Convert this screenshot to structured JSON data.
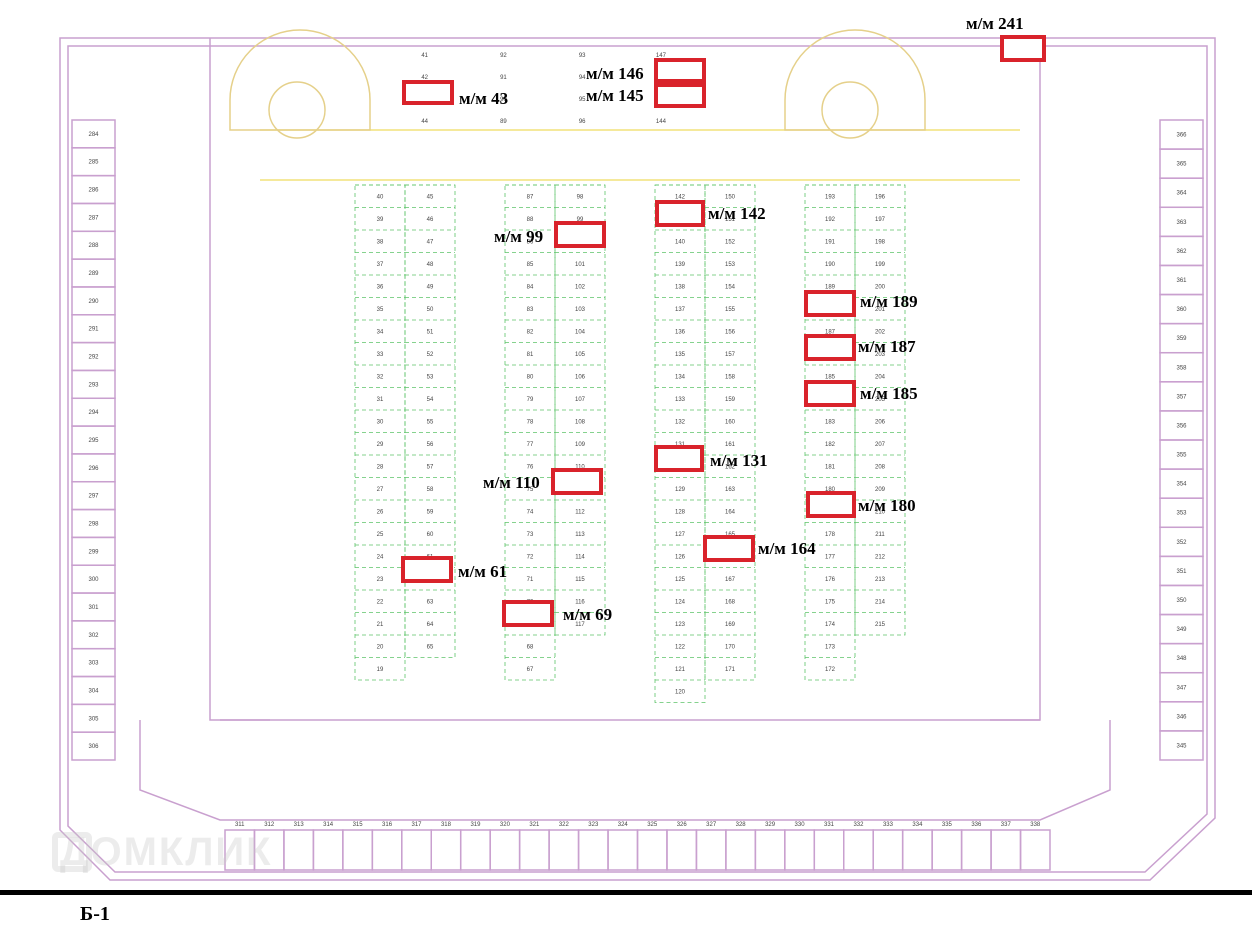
{
  "plan": {
    "title": "Parking floor plan",
    "colors": {
      "walls": "#c9a0cf",
      "grid": "#5ec46a",
      "axis": "#f2e27a",
      "highlight": "#d9232b"
    },
    "column_labels": {
      "col1": [
        "40",
        "39",
        "38",
        "37",
        "36",
        "35",
        "34",
        "33",
        "32",
        "31",
        "30",
        "29",
        "28",
        "27",
        "26",
        "25",
        "24",
        "23",
        "22",
        "21",
        "20",
        "19"
      ],
      "col2": [
        "45",
        "46",
        "47",
        "48",
        "49",
        "50",
        "51",
        "52",
        "53",
        "54",
        "55",
        "56",
        "57",
        "58",
        "59",
        "60",
        "61",
        "62",
        "63",
        "64",
        "65"
      ],
      "col3": [
        "87",
        "88",
        "86",
        "85",
        "84",
        "83",
        "82",
        "81",
        "80",
        "79",
        "78",
        "77",
        "76",
        "75",
        "74",
        "73",
        "72",
        "71",
        "70",
        "69",
        "68",
        "67"
      ],
      "col4": [
        "98",
        "99",
        "100",
        "101",
        "102",
        "103",
        "104",
        "105",
        "106",
        "107",
        "108",
        "109",
        "110",
        "111",
        "112",
        "113",
        "114",
        "115",
        "116",
        "117"
      ],
      "col5": [
        "142",
        "141",
        "140",
        "139",
        "138",
        "137",
        "136",
        "135",
        "134",
        "133",
        "132",
        "131",
        "130",
        "129",
        "128",
        "127",
        "126",
        "125",
        "124",
        "123",
        "122",
        "121",
        "120"
      ],
      "col6": [
        "150",
        "151",
        "152",
        "153",
        "154",
        "155",
        "156",
        "157",
        "158",
        "159",
        "160",
        "161",
        "162",
        "163",
        "164",
        "165",
        "166",
        "167",
        "168",
        "169",
        "170",
        "171"
      ],
      "col7": [
        "193",
        "192",
        "191",
        "190",
        "189",
        "188",
        "187",
        "186",
        "185",
        "184",
        "183",
        "182",
        "181",
        "180",
        "179",
        "178",
        "177",
        "176",
        "175",
        "174",
        "173",
        "172"
      ],
      "col8": [
        "196",
        "197",
        "198",
        "199",
        "200",
        "201",
        "202",
        "203",
        "204",
        "205",
        "206",
        "207",
        "208",
        "209",
        "210",
        "211",
        "212",
        "213",
        "214",
        "215"
      ]
    },
    "top_row": [
      "41",
      "42",
      "43",
      "44",
      "92",
      "91",
      "90",
      "89",
      "93",
      "94",
      "95",
      "96",
      "147",
      "146",
      "145",
      "144"
    ],
    "bottom_row": [
      "311",
      "312",
      "313",
      "314",
      "315",
      "316",
      "317",
      "318",
      "319",
      "320",
      "321",
      "322",
      "323",
      "324",
      "325",
      "326",
      "327",
      "328",
      "329",
      "330",
      "331",
      "332",
      "333",
      "334",
      "335",
      "336",
      "337",
      "338"
    ],
    "left_column": [
      "284",
      "285",
      "286",
      "287",
      "288",
      "289",
      "290",
      "291",
      "292",
      "293",
      "294",
      "295",
      "296",
      "297",
      "298",
      "299",
      "300",
      "301",
      "302",
      "303",
      "304",
      "305",
      "306"
    ],
    "right_column": [
      "366",
      "365",
      "364",
      "363",
      "362",
      "361",
      "360",
      "359",
      "358",
      "357",
      "356",
      "355",
      "354",
      "353",
      "352",
      "351",
      "350",
      "349",
      "348",
      "347",
      "346",
      "345"
    ]
  },
  "highlights": [
    {
      "id": "43",
      "label": "м/м 43"
    },
    {
      "id": "146",
      "label": "м/м 146"
    },
    {
      "id": "145",
      "label": "м/м 145"
    },
    {
      "id": "241",
      "label": "м/м 241"
    },
    {
      "id": "142",
      "label": "м/м 142"
    },
    {
      "id": "99",
      "label": "м/м 99"
    },
    {
      "id": "189",
      "label": "м/м 189"
    },
    {
      "id": "187",
      "label": "м/м 187"
    },
    {
      "id": "185",
      "label": "м/м 185"
    },
    {
      "id": "131",
      "label": "м/м 131"
    },
    {
      "id": "110",
      "label": "м/м 110"
    },
    {
      "id": "180",
      "label": "м/м 180"
    },
    {
      "id": "164",
      "label": "м/м 164"
    },
    {
      "id": "61",
      "label": "м/м 61"
    },
    {
      "id": "69",
      "label": "м/м 69"
    }
  ],
  "watermark": "ДОМКЛИК",
  "caption": "Б-1"
}
